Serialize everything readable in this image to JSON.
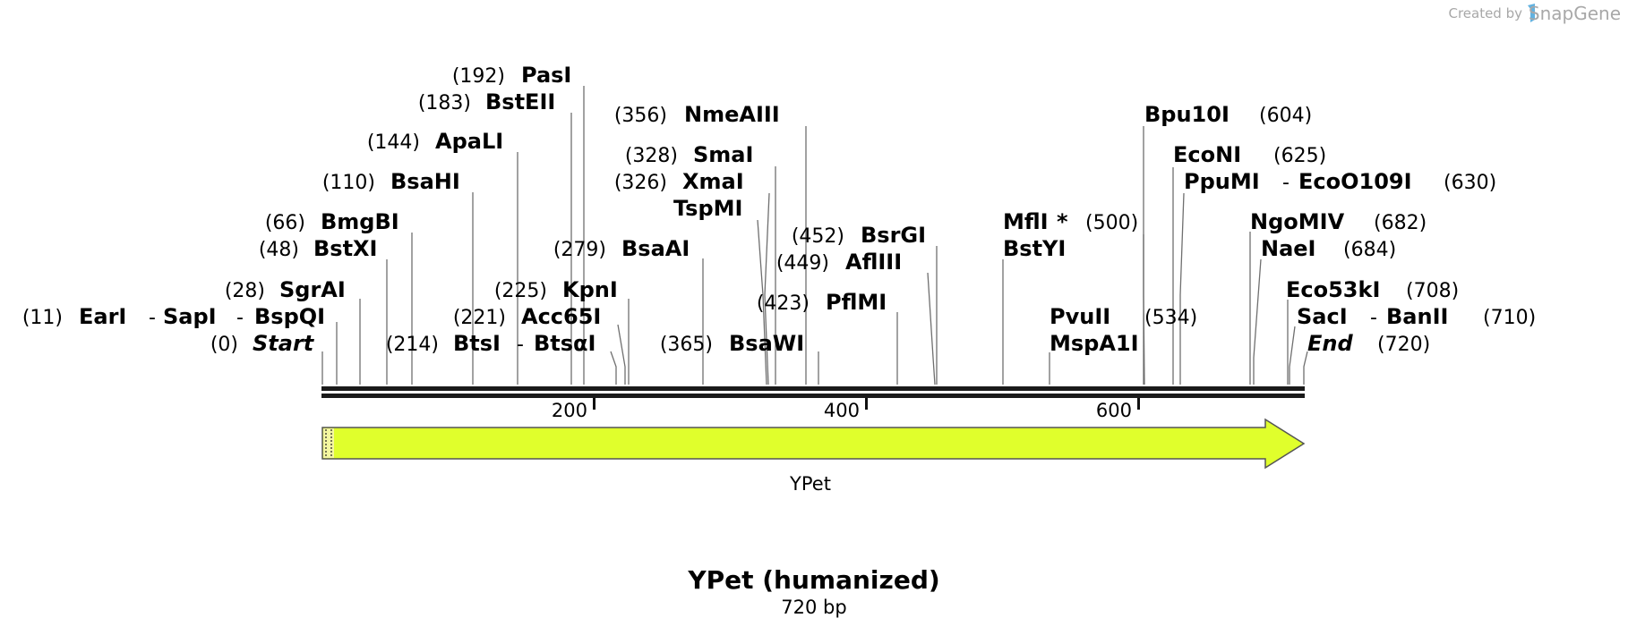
{
  "credit": {
    "prefix": "Created by",
    "brand": "SnapGene"
  },
  "title": "YPet (humanized)",
  "subtitle": "720 bp",
  "ruler": {
    "ticks": [
      {
        "label": "200"
      },
      {
        "label": "400"
      },
      {
        "label": "600"
      }
    ]
  },
  "feature": {
    "name": "YPet",
    "color": "#e0ff2c"
  },
  "sites": [
    {
      "id": "start",
      "pos": "(0)",
      "name": "Start"
    },
    {
      "id": "eari",
      "pos": "(11)",
      "name": "EarI",
      "sep1": "-",
      "name2": "SapI",
      "sep2": "-",
      "name3": "BspQI"
    },
    {
      "id": "sgrai",
      "pos": "(28)",
      "name": "SgrAI"
    },
    {
      "id": "bstxi",
      "pos": "(48)",
      "name": "BstXI"
    },
    {
      "id": "bmgbi",
      "pos": "(66)",
      "name": "BmgBI"
    },
    {
      "id": "bsahi",
      "pos": "(110)",
      "name": "BsaHI"
    },
    {
      "id": "apali",
      "pos": "(144)",
      "name": "ApaLI"
    },
    {
      "id": "bstEII",
      "pos": "(183)",
      "name": "BstEII"
    },
    {
      "id": "pasi",
      "pos": "(192)",
      "name": "PasI"
    },
    {
      "id": "btsi",
      "pos": "(214)",
      "name": "BtsI",
      "sep1": "-",
      "name2": "BtsαI"
    },
    {
      "id": "acc65i",
      "pos": "(221)",
      "name": "Acc65I"
    },
    {
      "id": "kpni",
      "pos": "(225)",
      "name": "KpnI"
    },
    {
      "id": "bsaai",
      "pos": "(279)",
      "name": "BsaAI"
    },
    {
      "id": "nmeaiii",
      "pos": "(356)",
      "name": "NmeAIII"
    },
    {
      "id": "smai",
      "pos": "(328)",
      "name": "SmaI"
    },
    {
      "id": "xmai",
      "pos": "(326)",
      "name": "XmaI"
    },
    {
      "id": "tspmi",
      "name": "TspMI"
    },
    {
      "id": "bsawi",
      "pos": "(365)",
      "name": "BsaWI"
    },
    {
      "id": "pflmi",
      "pos": "(423)",
      "name": "PflMI"
    },
    {
      "id": "afliii",
      "pos": "(449)",
      "name": "AflIII"
    },
    {
      "id": "bsrgi",
      "pos": "(452)",
      "name": "BsrGI"
    },
    {
      "id": "mfli",
      "pos": "(500)",
      "name": "MflI",
      "mark": "*"
    },
    {
      "id": "bstyi",
      "name": "BstYI"
    },
    {
      "id": "pvuii",
      "pos": "(534)",
      "name": "PvuII"
    },
    {
      "id": "mspa1i",
      "name": "MspA1I"
    },
    {
      "id": "bpu10i",
      "pos": "(604)",
      "name": "Bpu10I"
    },
    {
      "id": "econi",
      "pos": "(625)",
      "name": "EcoNI"
    },
    {
      "id": "ppumi",
      "pos": "(630)",
      "name": "PpuMI",
      "sep1": "-",
      "name2": "EcoO109I"
    },
    {
      "id": "ngomiv",
      "pos": "(682)",
      "name": "NgoMIV"
    },
    {
      "id": "naei",
      "pos": "(684)",
      "name": "NaeI"
    },
    {
      "id": "eco53ki",
      "pos": "(708)",
      "name": "Eco53kI"
    },
    {
      "id": "saci",
      "pos": "(710)",
      "name": "SacI",
      "sep1": "-",
      "name2": "BanII"
    },
    {
      "id": "end",
      "pos": "(720)",
      "name": "End"
    }
  ]
}
